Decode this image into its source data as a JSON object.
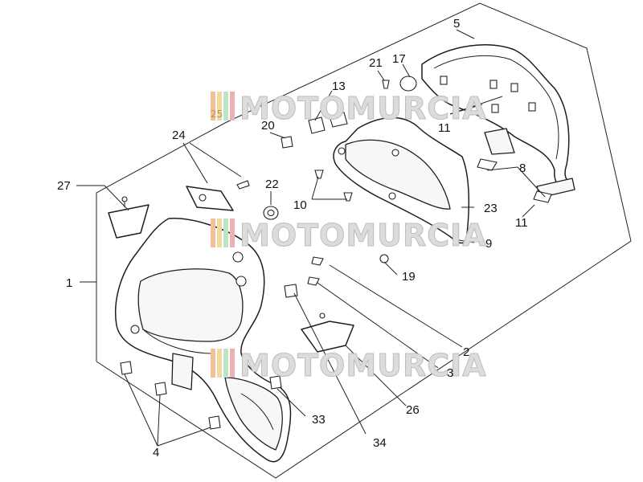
{
  "diagram": {
    "callouts": {
      "c1": "1",
      "c2": "2",
      "c3": "3",
      "c4": "4",
      "c5": "5",
      "c8": "8",
      "c9": "9",
      "c10": "10",
      "c11a": "11",
      "c11b": "11",
      "c13": "13",
      "c17": "17",
      "c19": "19",
      "c20": "20",
      "c21": "21",
      "c22": "22",
      "c23": "23",
      "c24": "24",
      "c26": "26",
      "c27": "27",
      "c33": "33",
      "c34": "34"
    },
    "watermark": {
      "text": "MOTOMURCIA",
      "badge_number": "25",
      "colors": [
        "#f2c09b",
        "#f1d9a0",
        "#bfe3c4",
        "#e7b3b3"
      ]
    }
  }
}
